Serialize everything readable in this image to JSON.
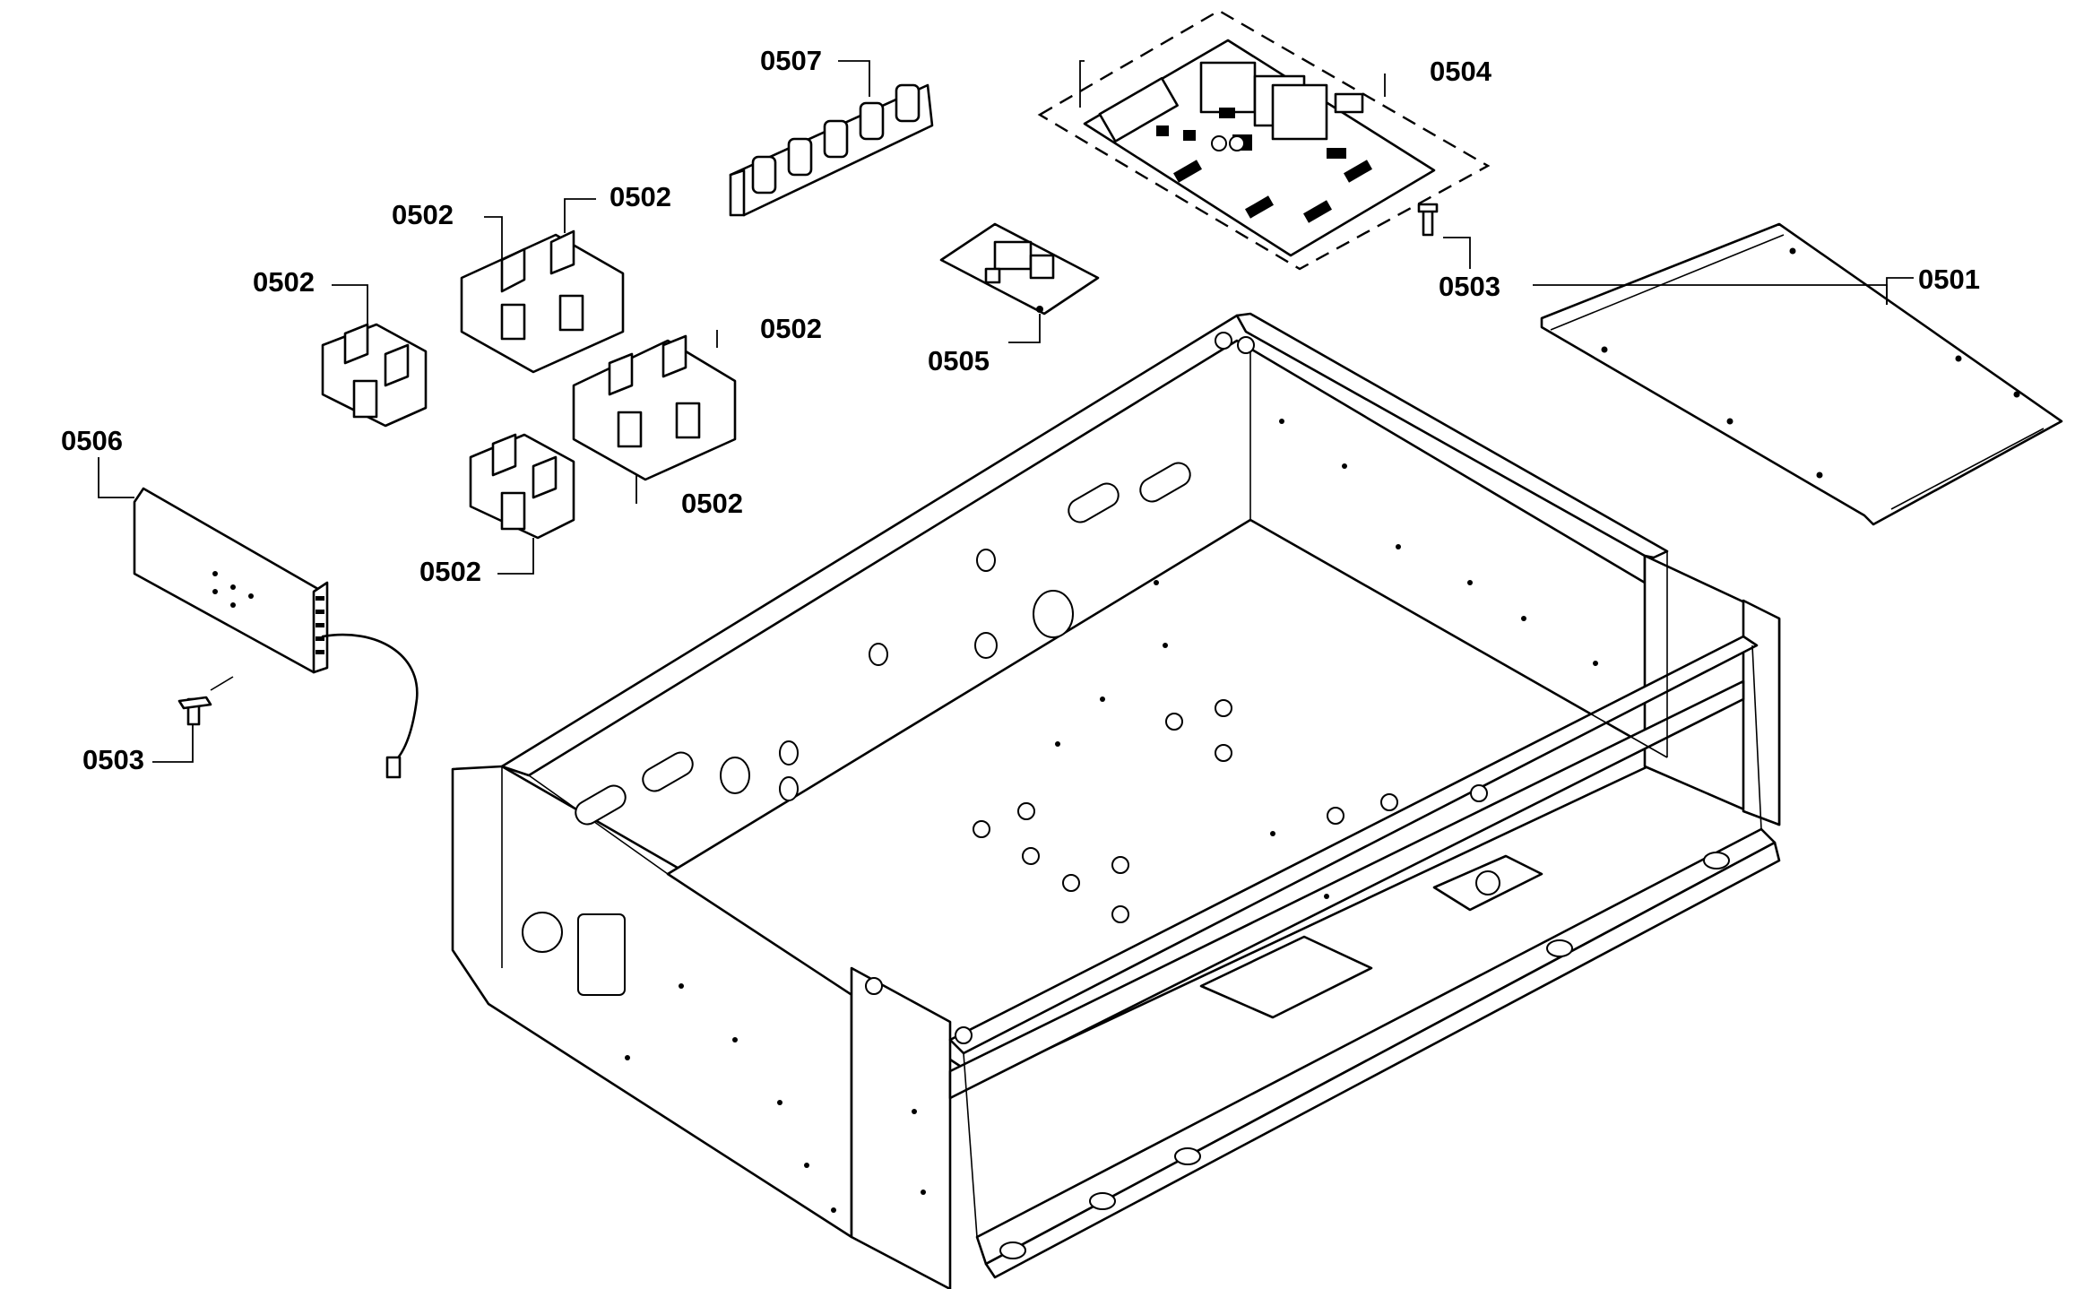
{
  "parts": {
    "p0501": "0501",
    "p0502_a": "0502",
    "p0502_b": "0502",
    "p0502_c": "0502",
    "p0502_d": "0502",
    "p0502_e": "0502",
    "p0502_f": "0502",
    "p0503_a": "0503",
    "p0503_b": "0503",
    "p0504": "0504",
    "p0505": "0505",
    "p0506": "0506",
    "p0507": "0507"
  }
}
